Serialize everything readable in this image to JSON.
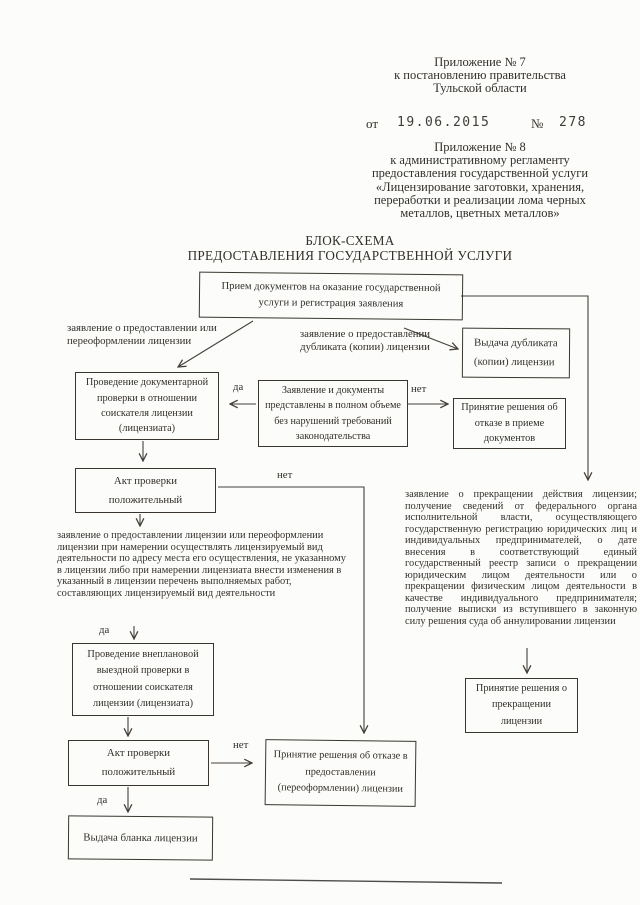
{
  "document": {
    "appendix7": {
      "lines": [
        "Приложение № 7",
        "к постановлению правительства",
        "Тульской области"
      ]
    },
    "stamp_line": {
      "from": "от",
      "date": "19.06.2015",
      "no_sign": "№",
      "number": "278"
    },
    "appendix8": {
      "lines": [
        "Приложение № 8",
        "к административному регламенту",
        "предоставления государственной услуги",
        "«Лицензирование заготовки, хранения,",
        "переработки и реализации лома черных",
        "металлов, цветных металлов»"
      ]
    },
    "title": {
      "lines": [
        "БЛОК-СХЕМА",
        "ПРЕДОСТАВЛЕНИЯ ГОСУДАРСТВЕННОЙ УСЛУГИ"
      ]
    }
  },
  "flowchart": {
    "boxes": {
      "priem": "Прием документов на оказание государственной услуги и регистрация заявления",
      "vydacha_dublikata": "Выдача дубликата (копии)  лицензии",
      "dokumentarnaya_proverka": "Проведение документарной проверки в отношении соискателя лицензии (лицензиата)",
      "zayavlenie_dokumenty": "Заявление и документы представлены в полном объеме без нарушений требований законодательства",
      "otkaz_priem": "Принятие решения об отказе в приеме документов",
      "akt_proverki_1": "Акт проверки положительный",
      "vneplanovaya_proverka": "Проведение внеплановой выездной проверки в отношении соискателя лицензии (лицензиата)",
      "akt_proverki_2": "Акт проверки положительный",
      "otkaz_predostavlenie": "Принятие решения об отказе в предоставлении (переоформлении) лицензии",
      "vydacha_blanka": "Выдача бланка лицензии",
      "prekrashchenie": "Принятие решения о прекращении лицензии"
    },
    "edge_labels": {
      "zayavlenie_pereoformlenie": "заявление о предоставлении или переоформлении лицензии",
      "zayavlenie_dublikat": "заявление о предоставлении дубликата (копии) лицензии",
      "da_1": "да",
      "net_1": "нет",
      "net_2": "нет",
      "da_2": "да",
      "net_3": "нет",
      "da_3": "да"
    },
    "notes": {
      "left": "заявление о предоставлении лицензии или переоформлении лицензии при намерении осуществлять лицензируемый вид деятельности по адресу места его осуществления, не указанному в лицензии либо при намерении лицензиата внести изменения в указанный в лицензии перечень выполняемых работ, составляющих лицензируемый вид деятельности",
      "right": "заявление о прекращении действия лицензии; получение сведений от федерального органа исполнительной власти, осуществляющего государственную регистрацию юридических лиц и индивидуальных предпринимателей, о дате внесения в соответствующий единый государственный реестр записи о прекращении юридическим лицом деятельности или о прекращении физическим лицом деятельности в качестве индивидуального предпринимателя; получение выписки из вступившего в законную силу решения суда об аннулировании лицензии"
    }
  }
}
